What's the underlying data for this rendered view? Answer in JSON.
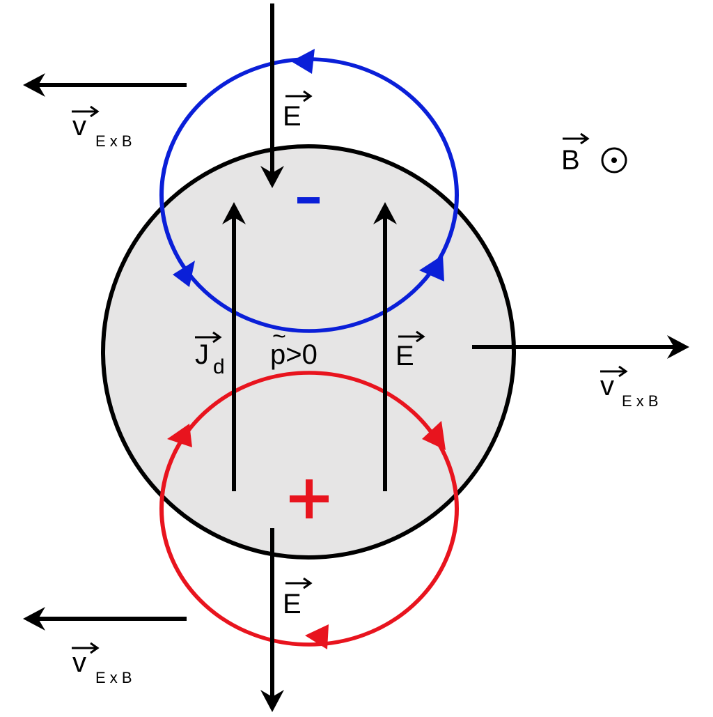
{
  "labels": {
    "E_symbol": "E",
    "v_symbol": "v",
    "v_subscript": "E x B",
    "B_symbol": "B",
    "B_out_of_page": "⊙",
    "J_symbol": "J",
    "J_subscript": "d",
    "p_condition": "p>0",
    "p_tilde": "~",
    "minus_sign": "-",
    "plus_sign": "+"
  },
  "colors": {
    "negative_vortex": "#0a1fd8",
    "positive_vortex": "#e8141e",
    "blob_fill": "#e6e5e5",
    "outline": "#000000"
  }
}
